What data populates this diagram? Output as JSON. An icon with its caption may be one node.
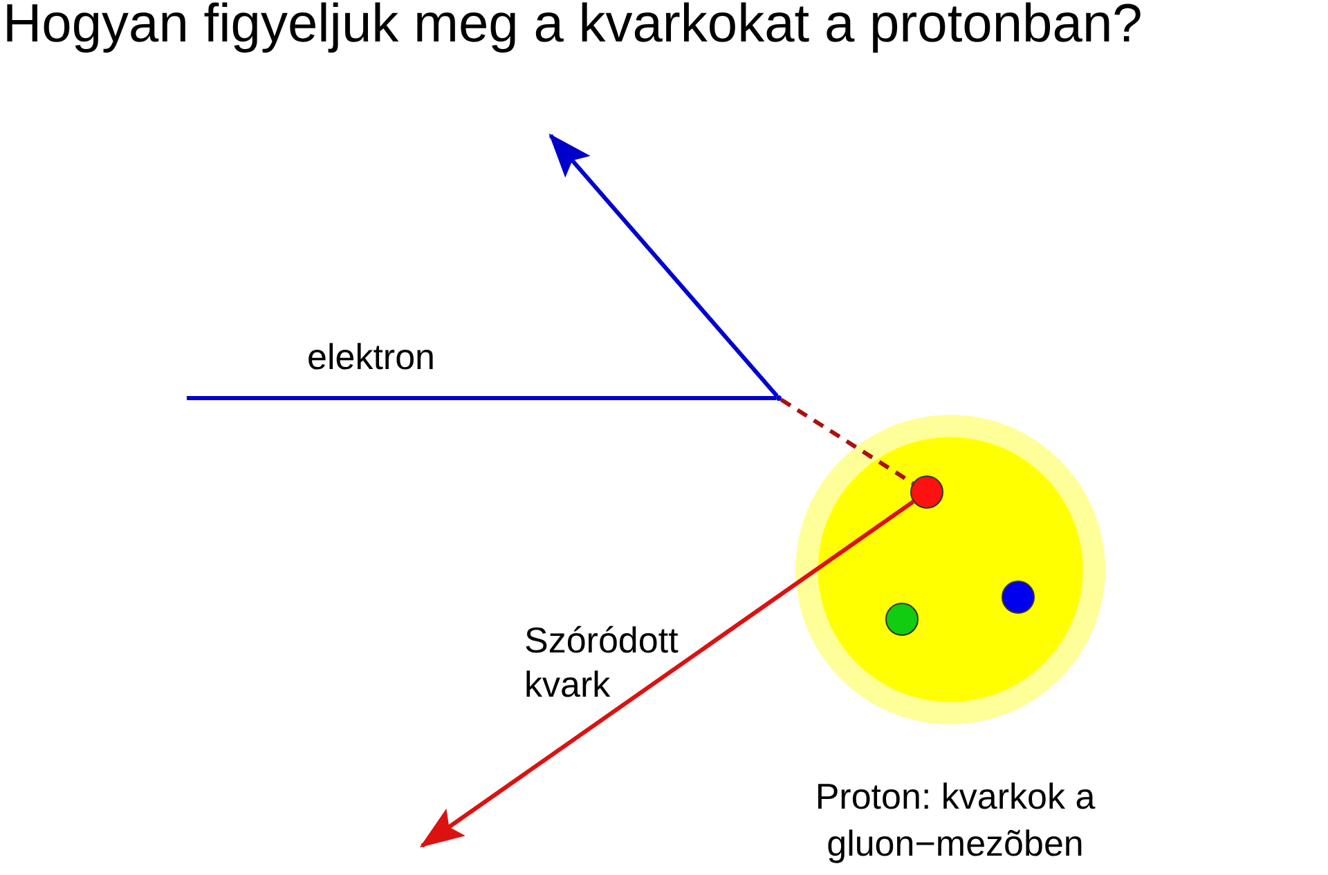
{
  "diagram": {
    "title": "Hogyan figyeljuk meg a kvarkokat a protonban?",
    "nodes": [
      {
        "text": [
          "Proton: kvarkok a gluon−mezõben"
        ]
      },
      {
        "text": [],
        "shape": "circle",
        "in": 0
      },
      {
        "text": [],
        "shape": "circle",
        "in": 0
      },
      {
        "text": [],
        "shape": "circle",
        "in": 0
      },
      {
        "text": [],
        "shape": "dot"
      }
    ],
    "edges": [
      {
        "from": null,
        "to": 4,
        "arrow": "none",
        "label": "elektron",
        "color": "#0000cc"
      },
      {
        "from": 4,
        "to": null,
        "arrow": "to",
        "color": "#0000cc"
      },
      {
        "from": 4,
        "to": 1,
        "arrow": "none",
        "style": "dashed",
        "color": "#aa1111"
      },
      {
        "from": 1,
        "to": null,
        "arrow": "to",
        "label": "Szóródott kvark",
        "color": "#dd1111"
      }
    ]
  }
}
